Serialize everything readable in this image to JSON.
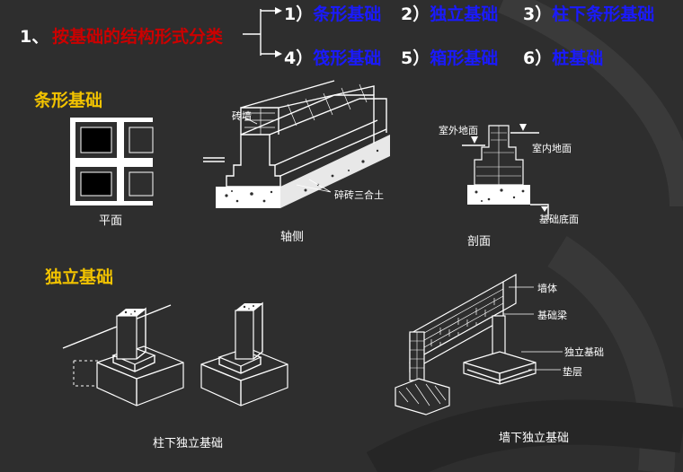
{
  "heading": {
    "number": "1、",
    "text": "按基础的结构形式分类"
  },
  "classes": [
    {
      "num": "1）",
      "name": "条形基础"
    },
    {
      "num": "2）",
      "name": "独立基础"
    },
    {
      "num": "3）",
      "name": "柱下条形基础"
    },
    {
      "num": "4）",
      "name": "筏形基础"
    },
    {
      "num": "5）",
      "name": "箱形基础"
    },
    {
      "num": "6）",
      "name": "桩基础"
    }
  ],
  "strip": {
    "title": "条形基础",
    "plan_caption": "平面",
    "axon_caption": "轴侧",
    "section_caption": "剖面",
    "label_brick_wall": "砖墙",
    "label_lime_soil": "碎砖三合土",
    "label_outdoor": "室外地面",
    "label_indoor": "室内地面",
    "label_base_bottom": "基础底面"
  },
  "isolated": {
    "title": "独立基础",
    "column_caption": "柱下独立基础",
    "wall_caption": "墙下独立基础",
    "label_wall": "墙体",
    "label_beam": "基础梁",
    "label_footing": "独立基础",
    "label_cushion": "垫层"
  },
  "colors": {
    "background": "#2e2e2e",
    "heading_red": "#cc0000",
    "class_blue": "#1a1aff",
    "section_yellow": "#f2c300"
  }
}
